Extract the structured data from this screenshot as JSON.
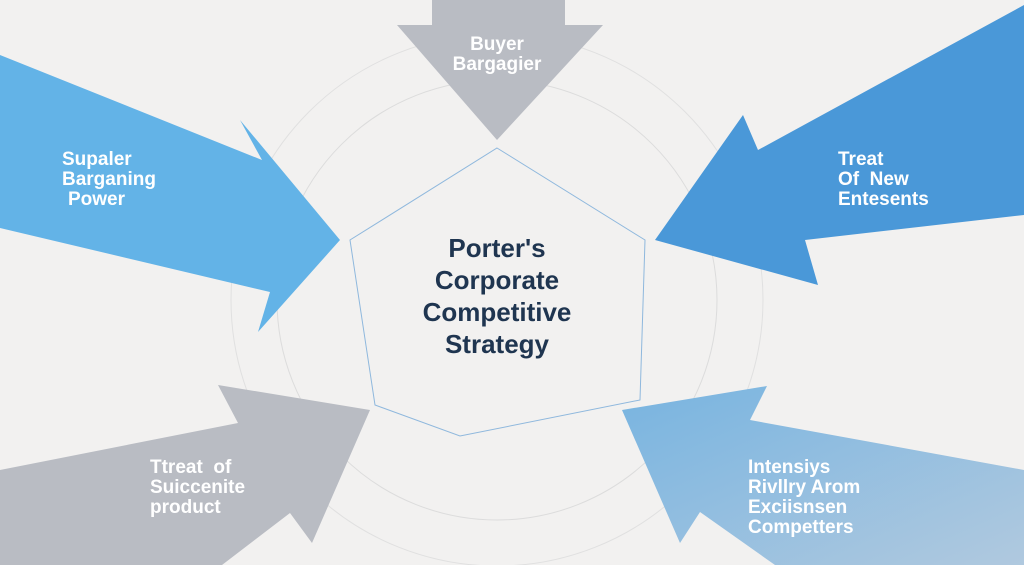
{
  "center": {
    "lines": [
      "Porter's",
      "Corporate",
      "Competitive",
      "Strategy"
    ]
  },
  "forces": {
    "buyer": {
      "lines": [
        "Buyer",
        "Bargagier"
      ],
      "color": "#b9bcc3"
    },
    "supplier": {
      "lines": [
        "Supaler",
        "Barganing",
        "Power"
      ],
      "color": "#63b3e7"
    },
    "new_entrants": {
      "lines": [
        "Treat",
        "Of  New",
        "Entesents"
      ],
      "color": "#4a98d8"
    },
    "substitutes": {
      "lines": [
        "Ttreat  of",
        "Suiccenite",
        "product"
      ],
      "color": "#b9bcc3"
    },
    "rivalry": {
      "lines": [
        "Intensiys",
        "Rivllry Arom",
        "Exciisnsen",
        "Competters"
      ],
      "color": "#7db6df"
    }
  }
}
